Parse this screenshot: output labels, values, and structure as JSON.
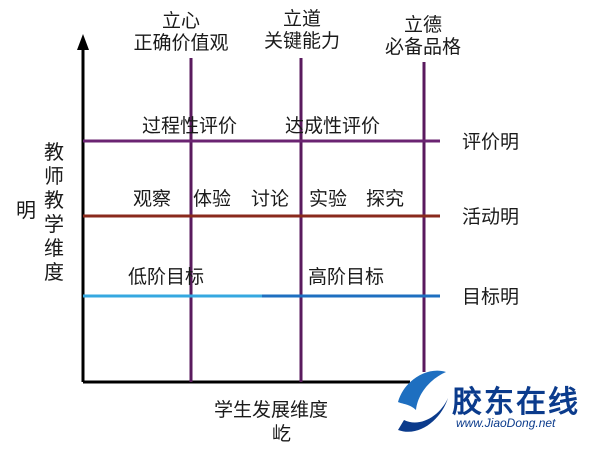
{
  "columns": [
    {
      "line1": "立心",
      "line2": "正确价值观"
    },
    {
      "line1": "立道",
      "line2": "关键能力"
    },
    {
      "line1": "立德",
      "line2": "必备品格"
    }
  ],
  "rows": [
    {
      "label": "评价明",
      "items": [
        "过程性评价",
        "达成性评价"
      ]
    },
    {
      "label": "活动明",
      "items": [
        "观察",
        "体验",
        "讨论",
        "实验",
        "探究"
      ]
    },
    {
      "label": "目标明",
      "items": [
        "低阶目标",
        "高阶目标"
      ]
    }
  ],
  "y_axis_label": "教师教学维度",
  "y_axis_label_suffix": "明",
  "x_axis_label": "学生发展维度",
  "x_axis_label_suffix": "屹",
  "watermark": {
    "name": "胶东在线",
    "url": "www.JiaoDong.net"
  },
  "colors": {
    "axis": "#000000",
    "column_line": "#5a1a5e",
    "evaluation_line": "#6b2472",
    "activity_line": "#8a2a1c",
    "goal_line_low": "#35a8e0",
    "goal_line_high": "#1e6fc0",
    "logo_blue": "#0b3b8c"
  }
}
